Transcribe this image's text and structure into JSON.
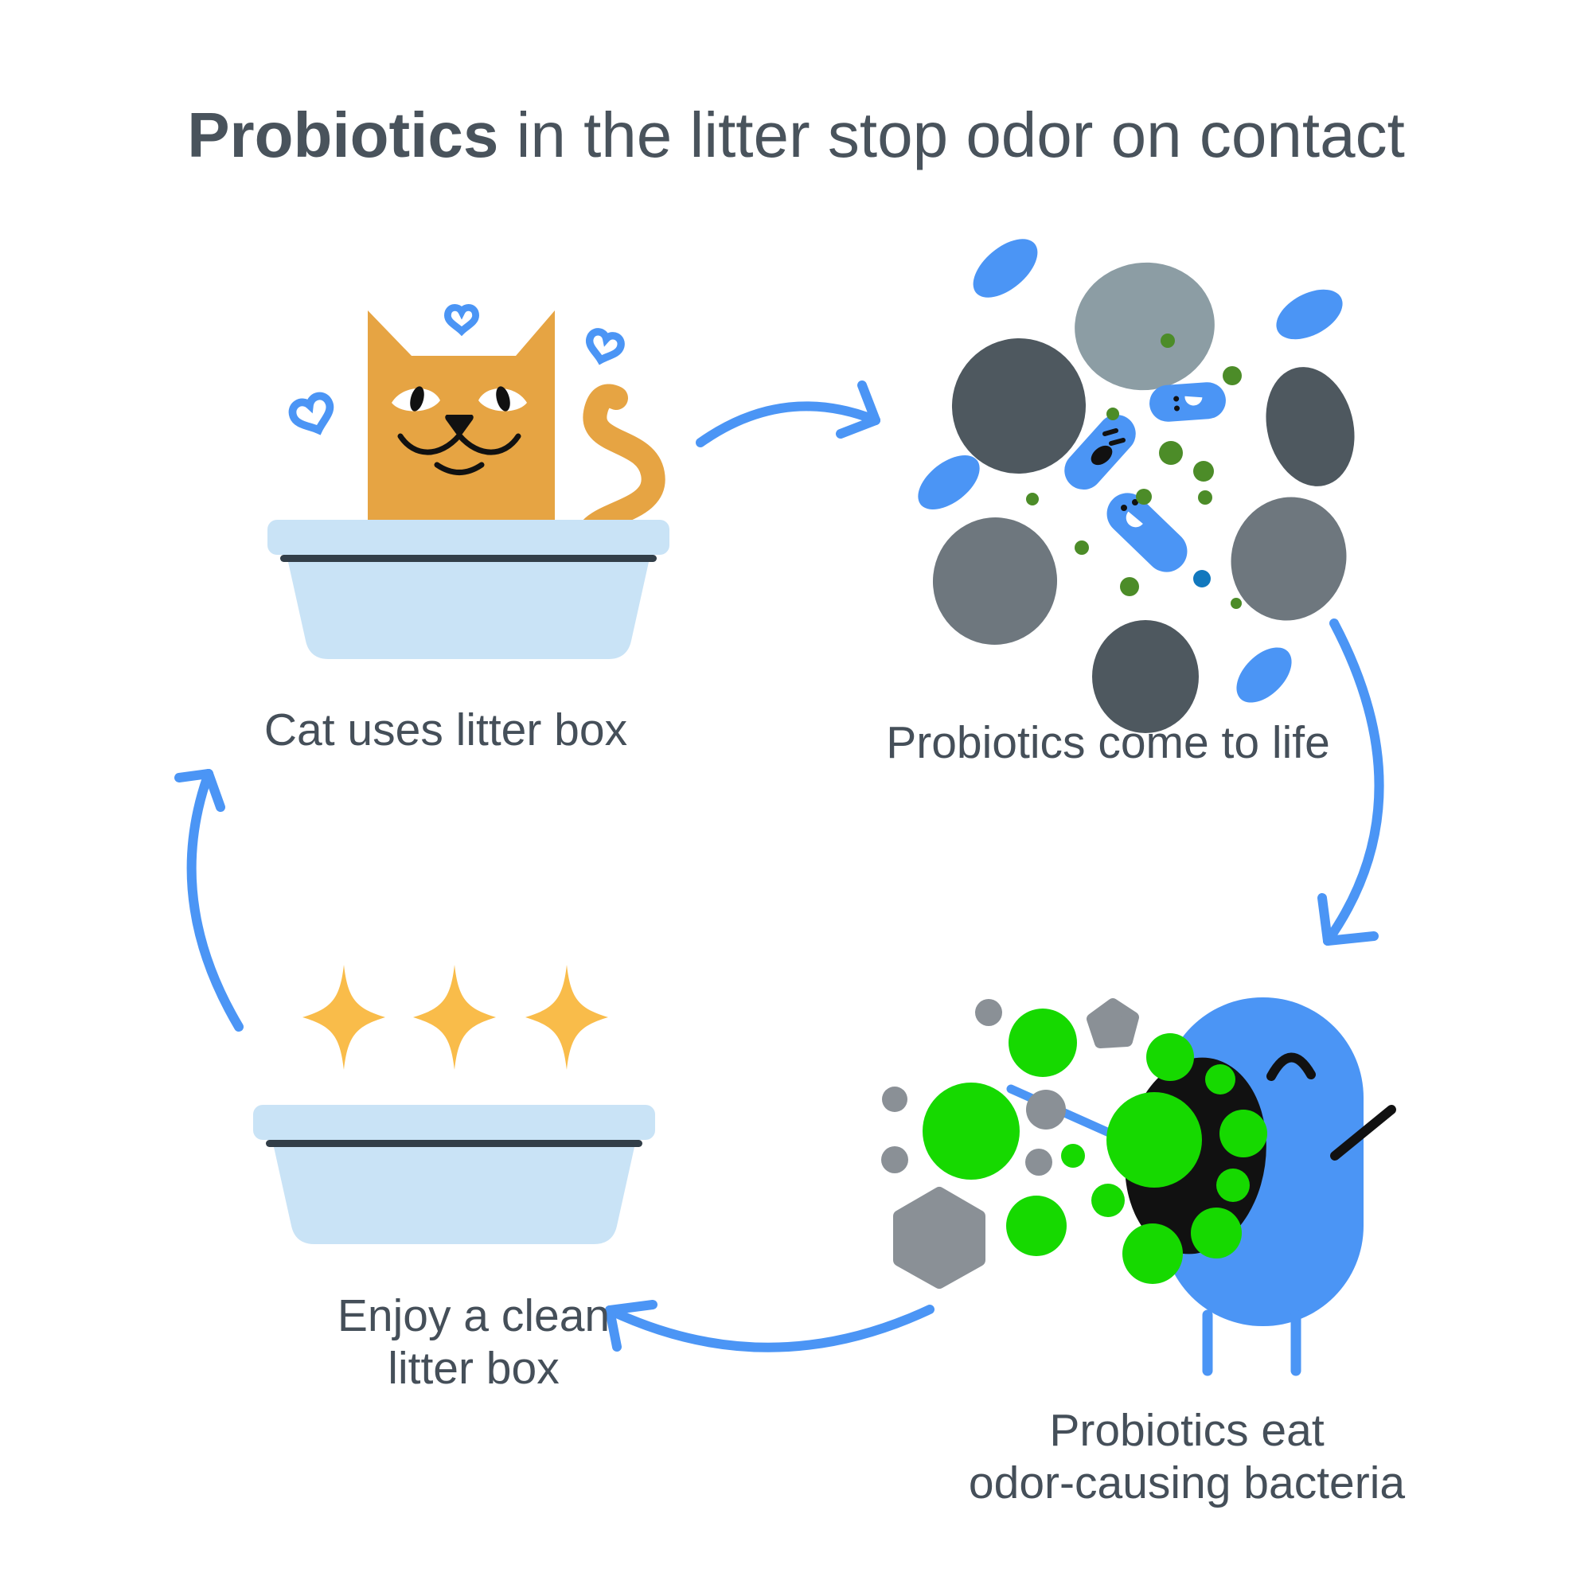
{
  "title": {
    "bold": "Probiotics",
    "rest": " in the litter stop odor on contact"
  },
  "steps": [
    {
      "name": "cat-uses-litter-box",
      "caption_lines": [
        "Cat uses litter box"
      ]
    },
    {
      "name": "probiotics-come-to-life",
      "caption_lines": [
        "Probiotics come to life"
      ]
    },
    {
      "name": "probiotics-eat-odor-causing-bacteria",
      "caption_lines": [
        "Probiotics eat",
        "odor-causing bacteria"
      ]
    },
    {
      "name": "enjoy-a-clean-litter-box",
      "caption_lines": [
        "Enjoy a clean",
        "litter box"
      ]
    }
  ],
  "icons": {
    "hearts": "heart-icon",
    "sparkles": "sparkle-icon",
    "arrows": "cycle-arrow-icon",
    "cat": "cat-in-litter-box-illustration",
    "litter_box": "litter-box-illustration",
    "probiotics_cluster": "probiotics-cluster-illustration",
    "eating_character": "probiotic-eating-bacteria-illustration"
  },
  "colors": {
    "background": "#FFFFFF",
    "text": "#454F59",
    "accent_blue": "#4B95F5",
    "litter_box_blue": "#C9E3F6",
    "litter_box_line": "#323E48",
    "cat_orange": "#E6A443",
    "sparkle_yellow": "#F9BC4A",
    "blob_dark_slate": "#4E585F",
    "blob_blue_gray": "#8C9DA4",
    "blob_medium_gray": "#6E777E",
    "blob_neutral_gray": "#8A9096",
    "dot_olive_green": "#4C8C28",
    "dot_dark_blue": "#1178BE",
    "vivid_green": "#16D900",
    "black": "#111111"
  }
}
